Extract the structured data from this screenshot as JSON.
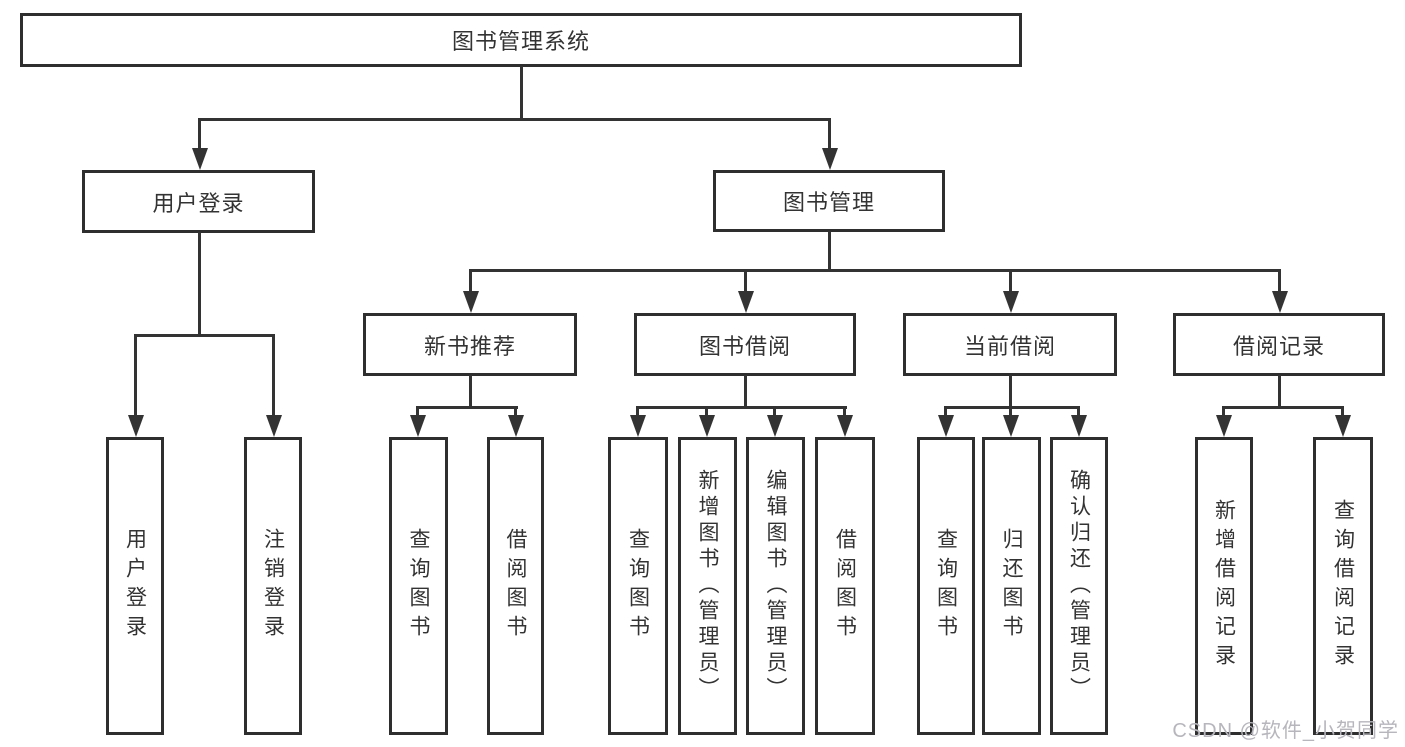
{
  "diagram": {
    "root": {
      "label": "图书管理系统"
    },
    "branches": [
      {
        "label": "用户登录",
        "children": [
          {
            "label": "用户登录"
          },
          {
            "label": "注销登录"
          }
        ]
      },
      {
        "label": "图书管理",
        "children": [
          {
            "label": "新书推荐",
            "children": [
              {
                "label": "查询图书"
              },
              {
                "label": "借阅图书"
              }
            ]
          },
          {
            "label": "图书借阅",
            "children": [
              {
                "label": "查询图书"
              },
              {
                "label": "新增图书（管理员）"
              },
              {
                "label": "编辑图书（管理员）"
              },
              {
                "label": "借阅图书"
              }
            ]
          },
          {
            "label": "当前借阅",
            "children": [
              {
                "label": "查询图书"
              },
              {
                "label": "归还图书"
              },
              {
                "label": "确认归还（管理员）"
              }
            ]
          },
          {
            "label": "借阅记录",
            "children": [
              {
                "label": "新增借阅记录"
              },
              {
                "label": "查询借阅记录"
              }
            ]
          }
        ]
      }
    ],
    "watermark": "CSDN @软件_小贺同学"
  },
  "colors": {
    "line": "#333333",
    "box_border": "#2e2e2e",
    "text": "#333333",
    "background": "#ffffff",
    "watermark": "#b6b6bc"
  }
}
